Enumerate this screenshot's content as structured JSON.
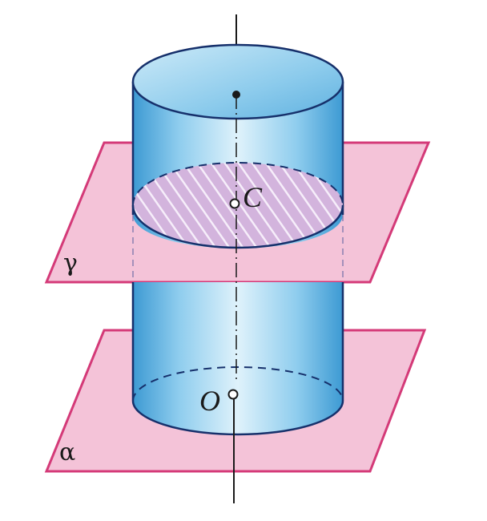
{
  "labels": {
    "point_c": "C",
    "point_o": "O",
    "plane_gamma": "γ",
    "plane_alpha": "α"
  },
  "colors": {
    "plane_fill": "#f4c3d8",
    "plane_edge": "#d43a78",
    "cylinder_light": "#e3f3fb",
    "cylinder_mid": "#9fd3ee",
    "cylinder_dark": "#4aa5d9",
    "cylinder_edge": "#16306b",
    "section_hatch": "#c99ad0"
  }
}
